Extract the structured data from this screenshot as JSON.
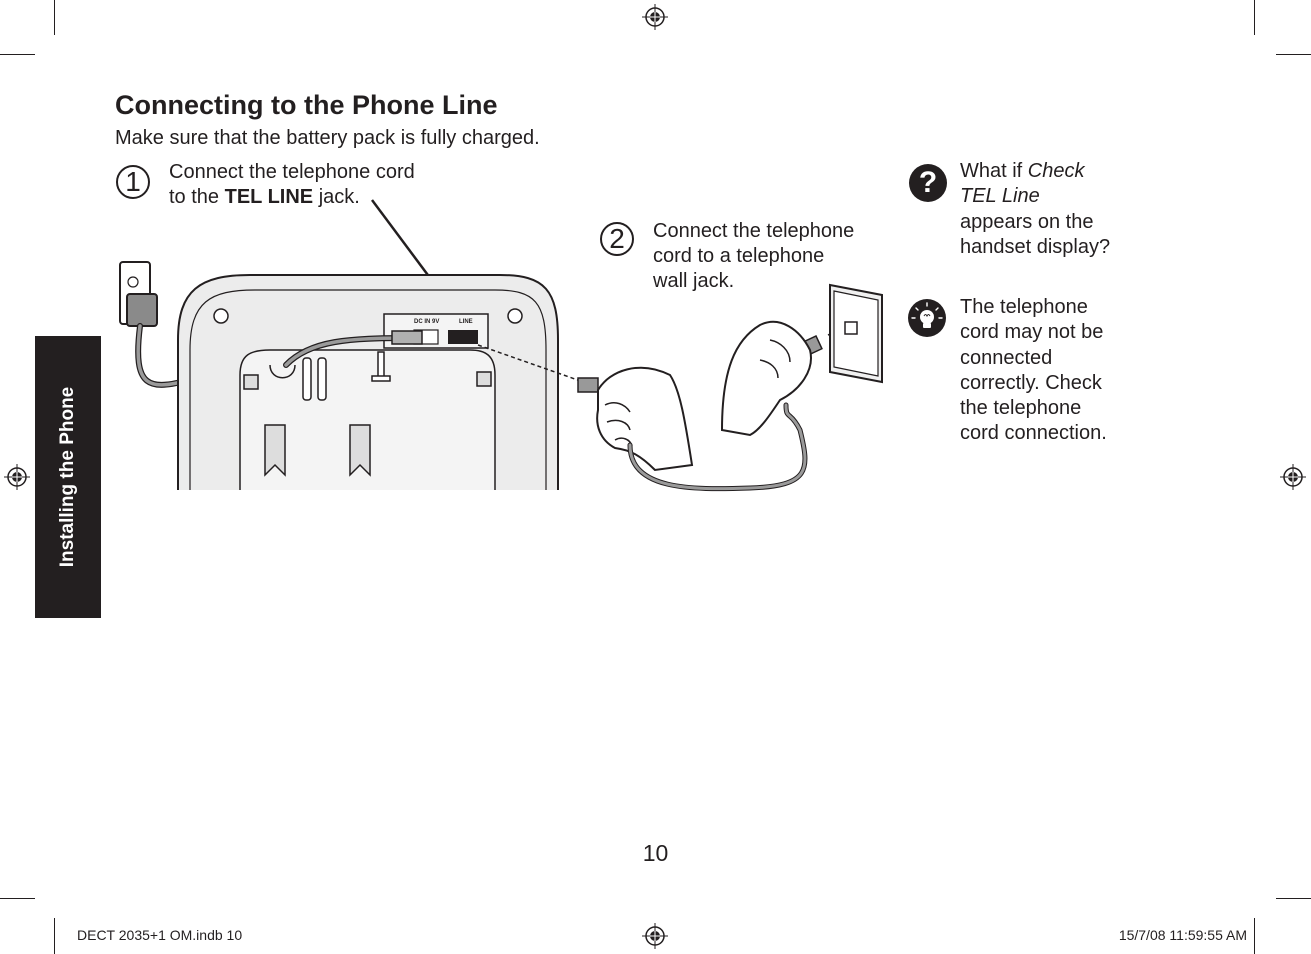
{
  "page": {
    "title": "Connecting to the Phone Line",
    "subtitle": "Make sure that the battery pack is fully charged.",
    "side_tab": "Installing the Phone",
    "page_number": "10"
  },
  "steps": [
    {
      "number": "1",
      "text_before": "Connect the telephone cord",
      "text_line2_prefix": "to the ",
      "text_bold": "TEL LINE",
      "text_after": " jack."
    },
    {
      "number": "2",
      "line1": "Connect the telephone",
      "line2": "cord to a telephone",
      "line3": "wall jack."
    }
  ],
  "question": {
    "icon": "question-icon",
    "prefix": "What if ",
    "italic1": "Check",
    "italic2": "TEL Line",
    "line3": "appears on the",
    "line4": "handset display?"
  },
  "tip": {
    "icon": "lightbulb-icon",
    "lines": [
      "The telephone",
      "cord may not be",
      "connected",
      "correctly. Check",
      "the telephone",
      "cord connection."
    ]
  },
  "illustration": {
    "label_dc": "DC IN 9V",
    "label_line": "LINE"
  },
  "footer": {
    "file": "DECT 2035+1 OM.indb   10",
    "timestamp": "15/7/08   11:59:55 AM"
  }
}
